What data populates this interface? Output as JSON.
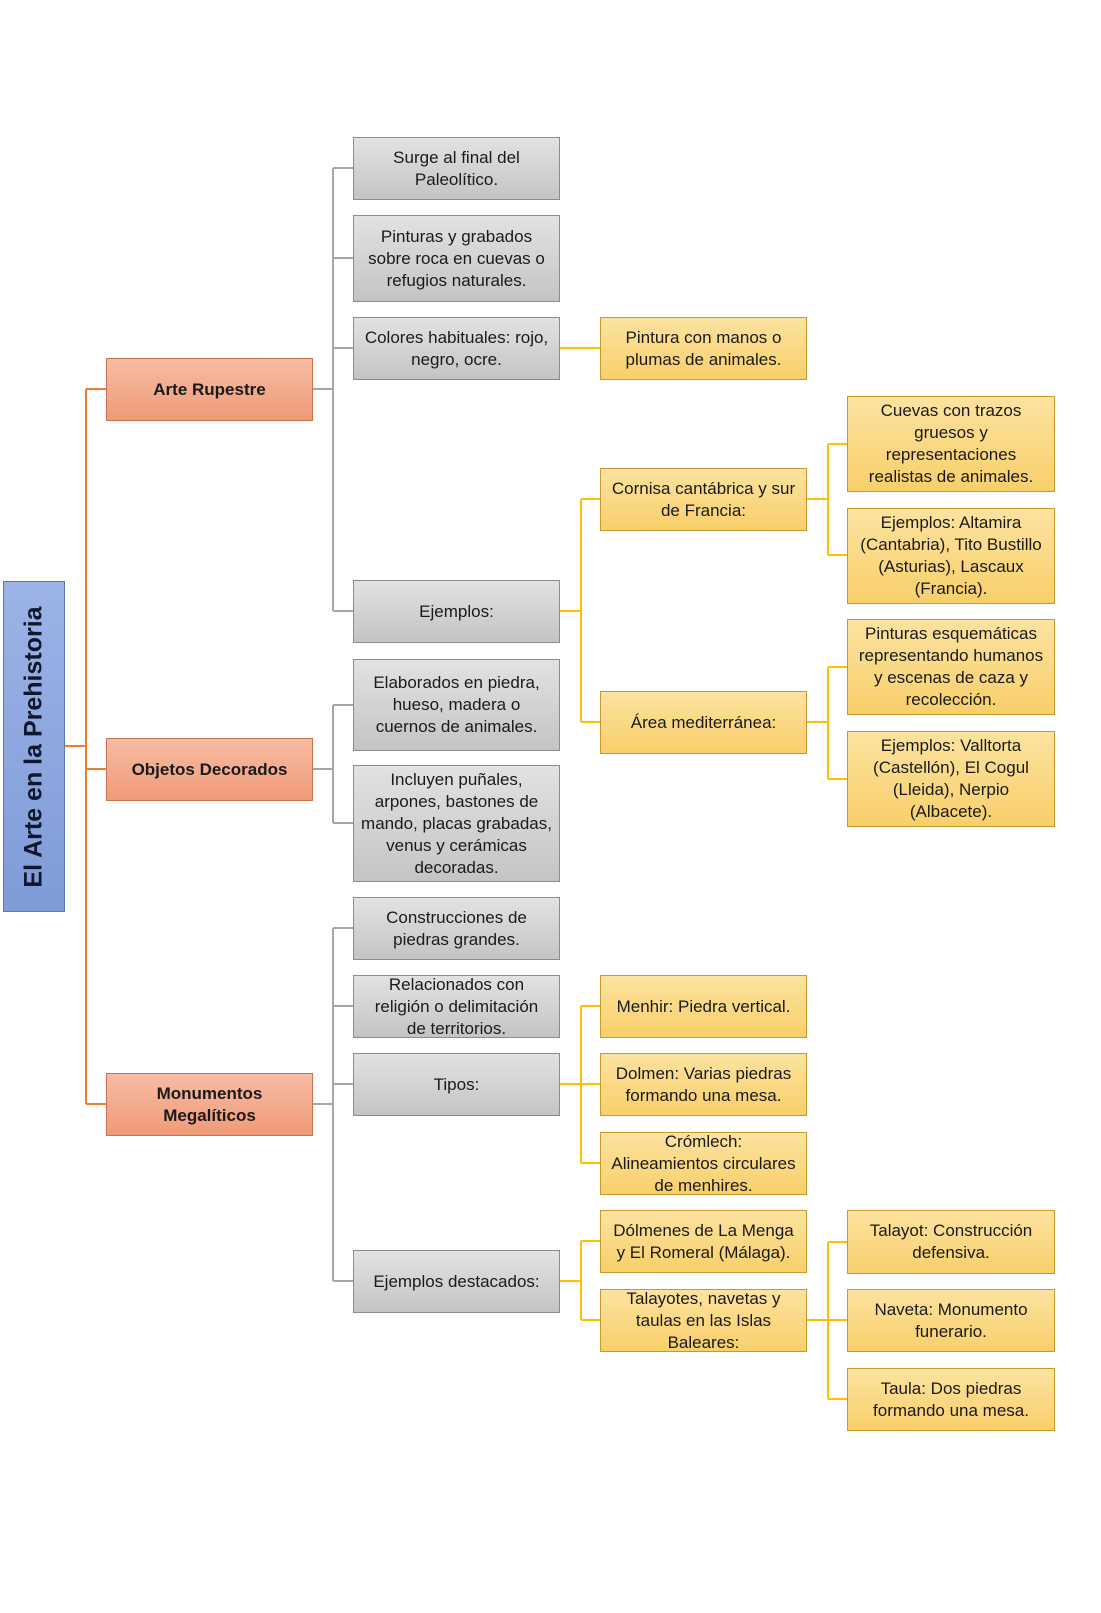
{
  "diagram": {
    "root": {
      "label": "El Arte en la Prehistoria"
    },
    "categories": [
      {
        "id": "arte-rupestre",
        "label": "Arte Rupestre"
      },
      {
        "id": "objetos-decorados",
        "label": "Objetos Decorados"
      },
      {
        "id": "monumentos-megaliticos",
        "label": "Monumentos\nMegalíticos"
      }
    ],
    "nodes": [
      {
        "id": "surge",
        "label": "Surge al final del\nPaleolítico."
      },
      {
        "id": "pinturas-grabados",
        "label": "Pinturas y grabados\nsobre roca en cuevas o\nrefugios naturales."
      },
      {
        "id": "colores",
        "label": "Colores habituales: rojo,\nnegro, ocre."
      },
      {
        "id": "pintura-manos",
        "label": "Pintura con manos o\nplumas de animales."
      },
      {
        "id": "ejemplos",
        "label": "Ejemplos:"
      },
      {
        "id": "cornisa",
        "label": "Cornisa cantábrica y sur\nde Francia:"
      },
      {
        "id": "cuevas-trazos",
        "label": "Cuevas con trazos\ngruesos y\nrepresentaciones\nrealistas de animales."
      },
      {
        "id": "ejemplos-altamira",
        "label": "Ejemplos: Altamira\n(Cantabria), Tito Bustillo\n(Asturias), Lascaux\n(Francia)."
      },
      {
        "id": "area-mediterranea",
        "label": "Área mediterránea:"
      },
      {
        "id": "pinturas-esquematicas",
        "label": "Pinturas esquemáticas\nrepresentando humanos\ny escenas de caza y\nrecolección."
      },
      {
        "id": "ejemplos-valltorta",
        "label": "Ejemplos: Valltorta\n(Castellón), El Cogul\n(Lleida), Nerpio\n(Albacete)."
      },
      {
        "id": "elaborados",
        "label": "Elaborados en piedra,\nhueso, madera o\ncuernos de animales."
      },
      {
        "id": "incluyen",
        "label": "Incluyen puñales,\narpones, bastones de\nmando, placas grabadas,\nvenus y cerámicas\ndecoradas."
      },
      {
        "id": "construcciones",
        "label": "Construcciones de\npiedras grandes."
      },
      {
        "id": "relacionados",
        "label": "Relacionados con\nreligión o delimitación\nde territorios."
      },
      {
        "id": "tipos",
        "label": "Tipos:"
      },
      {
        "id": "menhir",
        "label": "Menhir: Piedra vertical."
      },
      {
        "id": "dolmen",
        "label": "Dolmen: Varias piedras\nformando una mesa."
      },
      {
        "id": "cromlech",
        "label": "Crómlech:\nAlineamientos circulares\nde menhires."
      },
      {
        "id": "ejemplos-destacados",
        "label": "Ejemplos destacados:"
      },
      {
        "id": "dolmenes-menga",
        "label": "Dólmenes de La Menga\ny El Romeral (Málaga)."
      },
      {
        "id": "talayotes",
        "label": "Talayotes, navetas y\ntaulas en las Islas\nBaleares:"
      },
      {
        "id": "talayot",
        "label": "Talayot: Construcción\ndefensiva."
      },
      {
        "id": "naveta",
        "label": "Naveta: Monumento\nfunerario."
      },
      {
        "id": "taula",
        "label": "Taula: Dos piedras\nformando una mesa."
      }
    ],
    "colors": {
      "root_connector": "#ed7d31",
      "gray_connector": "#a6a6a6",
      "yellow_connector": "#ffc000"
    }
  }
}
